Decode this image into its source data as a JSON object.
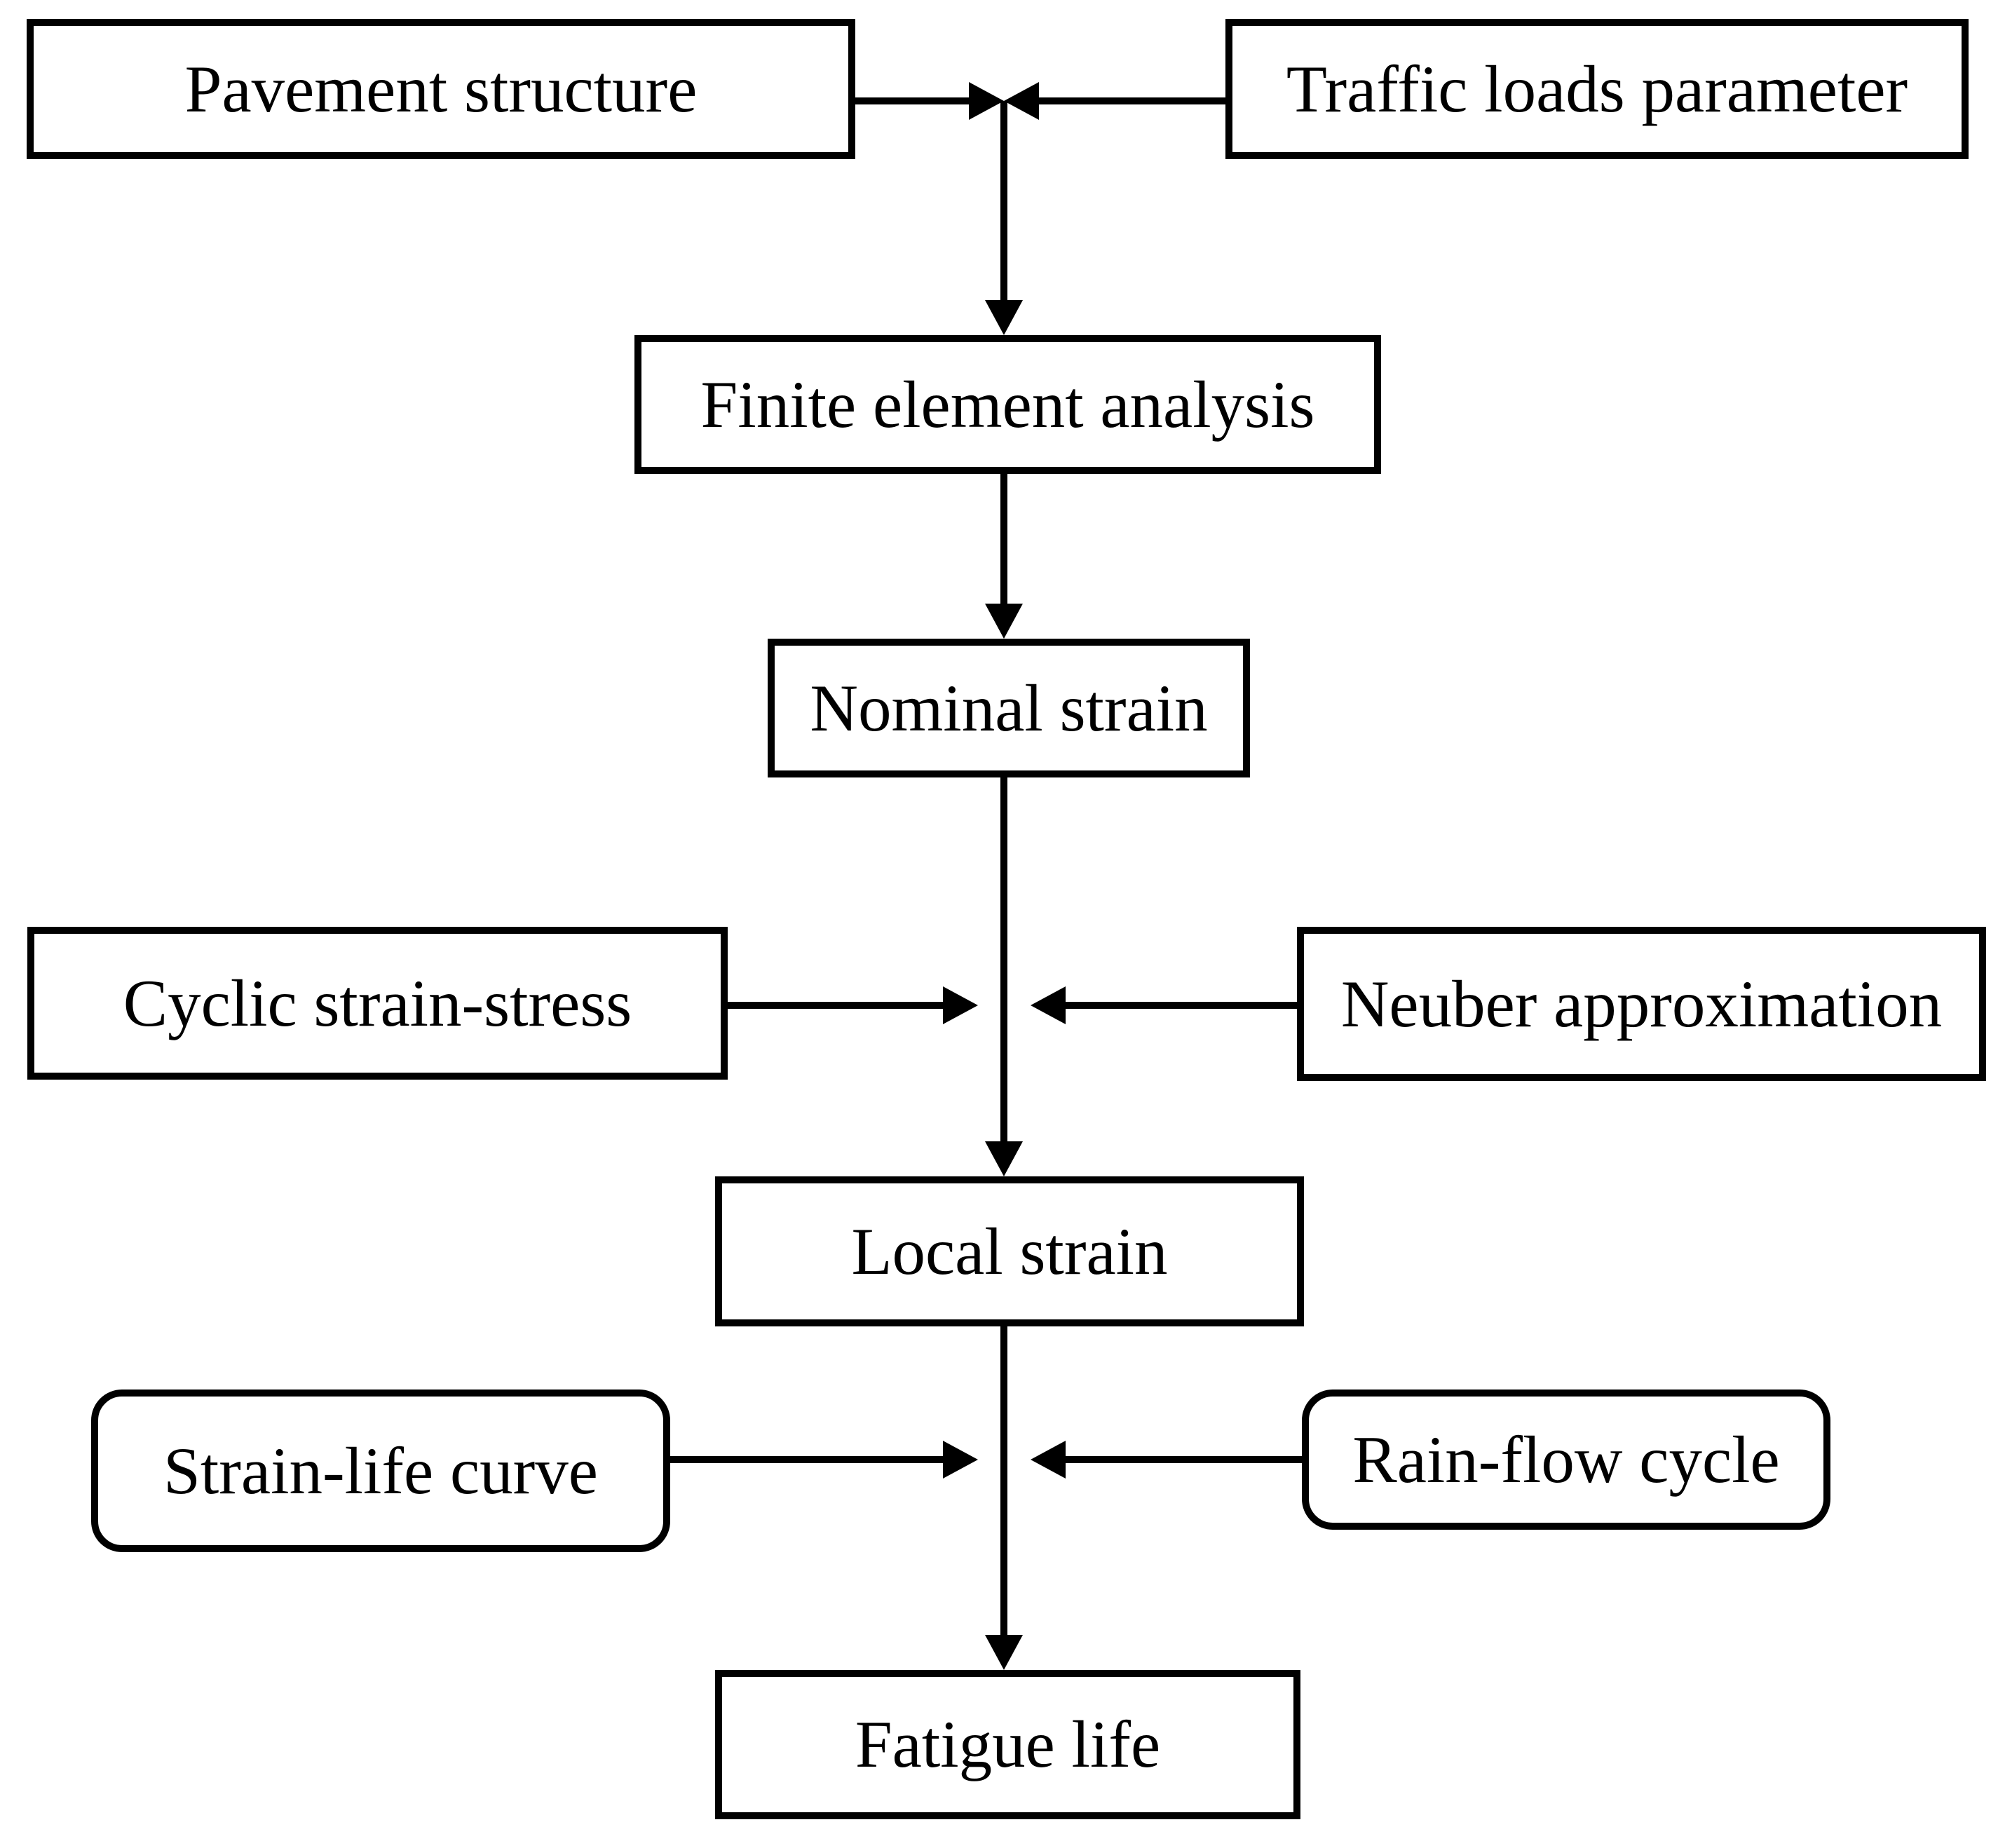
{
  "diagram": {
    "type": "flowchart",
    "colors": {
      "line": "#000000",
      "box_fill": "#ffffff",
      "background": "#ffffff",
      "text": "#000000"
    },
    "nodes": {
      "pavement": {
        "label": "Pavement structure",
        "shape": "rectangle"
      },
      "traffic": {
        "label": "Traffic loads parameter",
        "shape": "rectangle"
      },
      "fea": {
        "label": "Finite element analysis",
        "shape": "rectangle"
      },
      "nominal": {
        "label": "Nominal strain",
        "shape": "rectangle"
      },
      "cyclic": {
        "label": "Cyclic strain-stress",
        "shape": "rectangle"
      },
      "neuber": {
        "label": "Neuber approximation",
        "shape": "rectangle"
      },
      "local": {
        "label": "Local strain",
        "shape": "rectangle"
      },
      "strainlife": {
        "label": "Strain-life curve",
        "shape": "rounded-rectangle"
      },
      "rainflow": {
        "label": "Rain-flow cycle",
        "shape": "rounded-rectangle"
      },
      "fatigue": {
        "label": "Fatigue life",
        "shape": "rectangle"
      }
    },
    "edges": [
      {
        "from": "Pavement structure",
        "to": "Finite element analysis"
      },
      {
        "from": "Traffic loads parameter",
        "to": "Finite element analysis"
      },
      {
        "from": "Finite element analysis",
        "to": "Nominal strain"
      },
      {
        "from": "Nominal strain",
        "to": "Local strain"
      },
      {
        "from": "Cyclic strain-stress",
        "to": "Local strain"
      },
      {
        "from": "Neuber approximation",
        "to": "Local strain"
      },
      {
        "from": "Local strain",
        "to": "Fatigue life"
      },
      {
        "from": "Strain-life curve",
        "to": "Fatigue life"
      },
      {
        "from": "Rain-flow cycle",
        "to": "Fatigue life"
      }
    ]
  }
}
